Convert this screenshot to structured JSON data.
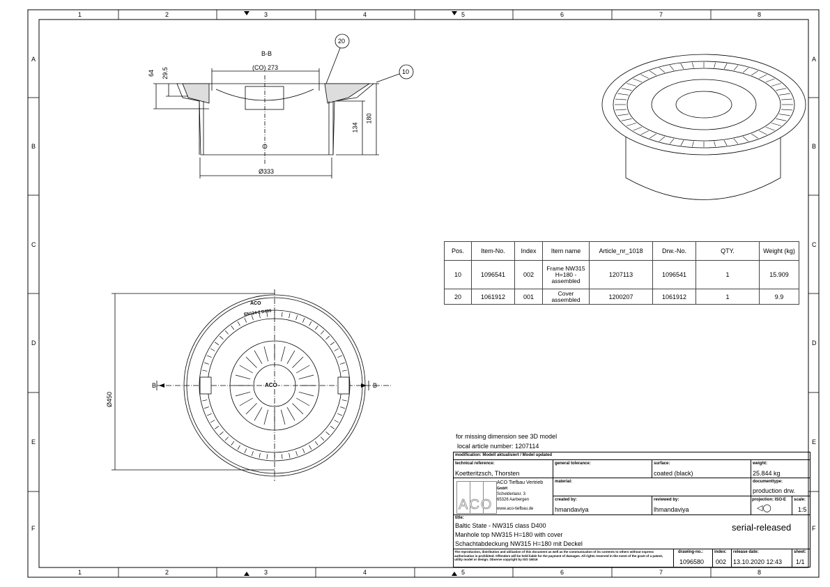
{
  "frame": {
    "columns": [
      "1",
      "2",
      "3",
      "4",
      "5",
      "6",
      "7",
      "8"
    ],
    "rows": [
      "A",
      "B",
      "C",
      "D",
      "E",
      "F"
    ]
  },
  "section_view": {
    "title": "B-B",
    "dims": {
      "cover_opening": "(CO) 273",
      "diameter": "Ø333",
      "height_total": "180",
      "height_frame": "134",
      "depth_64": "64",
      "depth_29_5": "29.5"
    },
    "balloons": [
      "20",
      "10"
    ]
  },
  "plan_view": {
    "diameter": "Ø450",
    "section_mark_left": "B",
    "section_mark_right": "B",
    "cover_text": [
      "ACO",
      "EN124-2 D400",
      "ACO"
    ]
  },
  "parts_table": {
    "headers": [
      "Pos.",
      "Item-No.",
      "Index",
      "Item name",
      "Article_nr_1018",
      "Drw.-No.",
      "QTY.",
      "Weight (kg)"
    ],
    "rows": [
      [
        "10",
        "1096541",
        "002",
        "Frame NW315 H=180 - assembled",
        "1207113",
        "1096541",
        "1",
        "15.909"
      ],
      [
        "20",
        "1061912",
        "001",
        "Cover assembled",
        "1200207",
        "1061912",
        "1",
        "9.9"
      ]
    ]
  },
  "notes": {
    "missing_dim": "for missing dimension see 3D model",
    "local_article": "local article number: 1207114"
  },
  "title_block": {
    "modification": "modification: Modell aktualisiert / Model updated",
    "technical_reference_label": "technical reference:",
    "technical_reference": "Koetteritzsch, Thorsten",
    "general_tolerance_label": "general tolerance:",
    "surface_label": "surface:",
    "surface": "coated (black)",
    "weight_label": "weight:",
    "weight": "25.844 kg",
    "company_logo": "ACO",
    "company": [
      "ACO Tiefbau Vertrieb",
      "GmbH",
      "Schelderlaisr. 3",
      "65326 Aarbergen",
      "www.aco-tiefbau.de"
    ],
    "material_label": "material:",
    "document_type_label": "documenttype:",
    "document_type": "production drw.",
    "created_by_label": "created by:",
    "created_by": "hmandaviya",
    "reviewed_by_label": "reviewed by:",
    "reviewed_by": "lhmandaviya",
    "projection_label": "projection: ISO-E",
    "scale_label": "scale:",
    "scale": "1:5",
    "title_label": "title:",
    "title_lines": [
      "Baltic State - NW315 class D400",
      "Manhole top NW315 H=180 with cover",
      "Schachtabdeckung NW315 H=180 mit Deckel"
    ],
    "status": "serial-released",
    "copyright": "The reproduction, distribution and utilization of this document as well as the communication of its contents to others without express authorization is prohibited. Offenders will be held liable for the payment of damages. All rights reserved in the event of the grant of a patent, utility model or design. Observe copyright by ISO 16016",
    "drawing_no_label": "drawing-no.:",
    "drawing_no": "1096580",
    "index_label": "index:",
    "index": "002",
    "release_date_label": "release date:",
    "release_date": "13.10.2020 12:43",
    "sheet_label": "sheet:",
    "sheet": "1/1"
  }
}
